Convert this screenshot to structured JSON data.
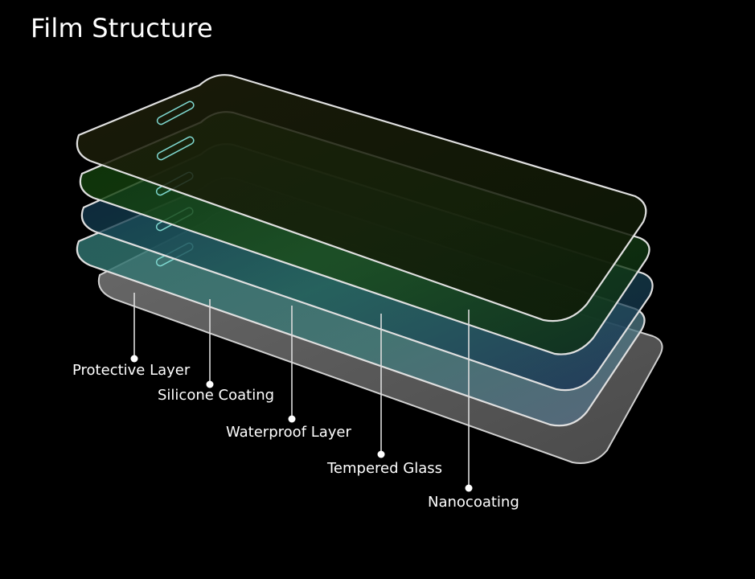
{
  "title": "Film Structure",
  "layers": [
    {
      "label": "Protective Layer",
      "fill": "#1a1a08",
      "stroke": "#d8d8d8"
    },
    {
      "label": "Silicone Coating",
      "fill": "#0e2a08",
      "stroke": "#d8d8d8"
    },
    {
      "label": "Waterproof Layer",
      "fill": "#0b2238",
      "stroke": "#d8d8d8"
    },
    {
      "label": "Tempered Glass",
      "fill": "#1f6a68",
      "stroke": "#d8d8d8"
    },
    {
      "label": "Nanocoating",
      "fill": "#5a5a5a",
      "stroke": "#cfcfcf"
    }
  ]
}
